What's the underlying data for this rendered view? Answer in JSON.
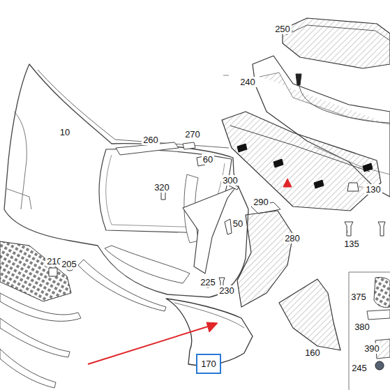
{
  "diagram": {
    "nodes": [
      {
        "text": [
          "170"
        ]
      }
    ],
    "labels": [
      "250",
      "240",
      "10",
      "260",
      "270",
      "60",
      "320",
      "300",
      "130",
      "290",
      "50",
      "210",
      "205",
      "280",
      "135",
      "225",
      "230",
      "375",
      "380",
      "160",
      "390",
      "245"
    ]
  }
}
